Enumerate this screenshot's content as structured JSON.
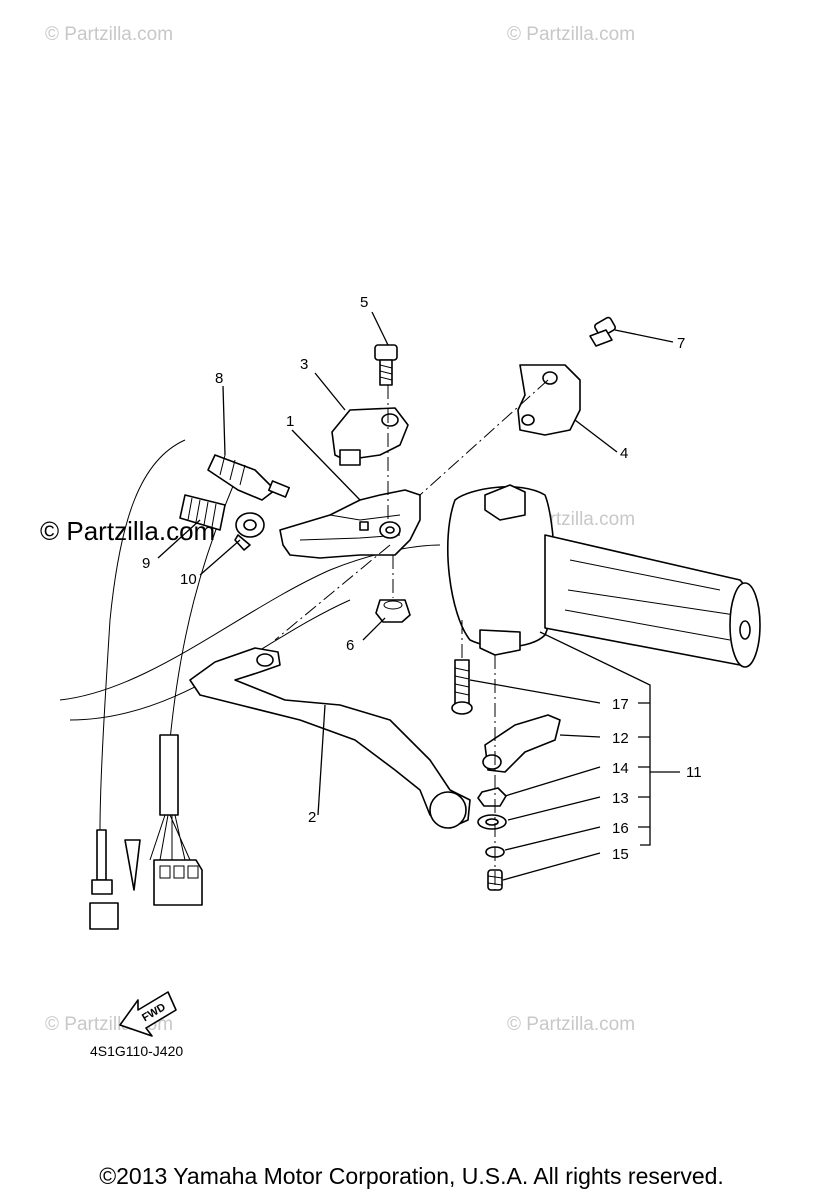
{
  "watermarks": {
    "top_left": "© Partzilla.com",
    "top_right": "© Partzilla.com",
    "mid_left": "© Partzilla.com",
    "mid_right": "© Partzilla.com",
    "bottom_left": "© Partzilla.com",
    "bottom_right": "© Partzilla.com"
  },
  "callouts": {
    "c1": "1",
    "c2": "2",
    "c3": "3",
    "c4": "4",
    "c5": "5",
    "c6": "6",
    "c7": "7",
    "c8": "8",
    "c9": "9",
    "c10": "10",
    "c11": "11",
    "c12": "12",
    "c13": "13",
    "c14": "14",
    "c15": "15",
    "c16": "16",
    "c17": "17"
  },
  "fwd_label": "FWD",
  "diagram_code": "4S1G110-J420",
  "copyright": "©2013  Yamaha Motor Corporation, U.S.A. All rights reserved."
}
